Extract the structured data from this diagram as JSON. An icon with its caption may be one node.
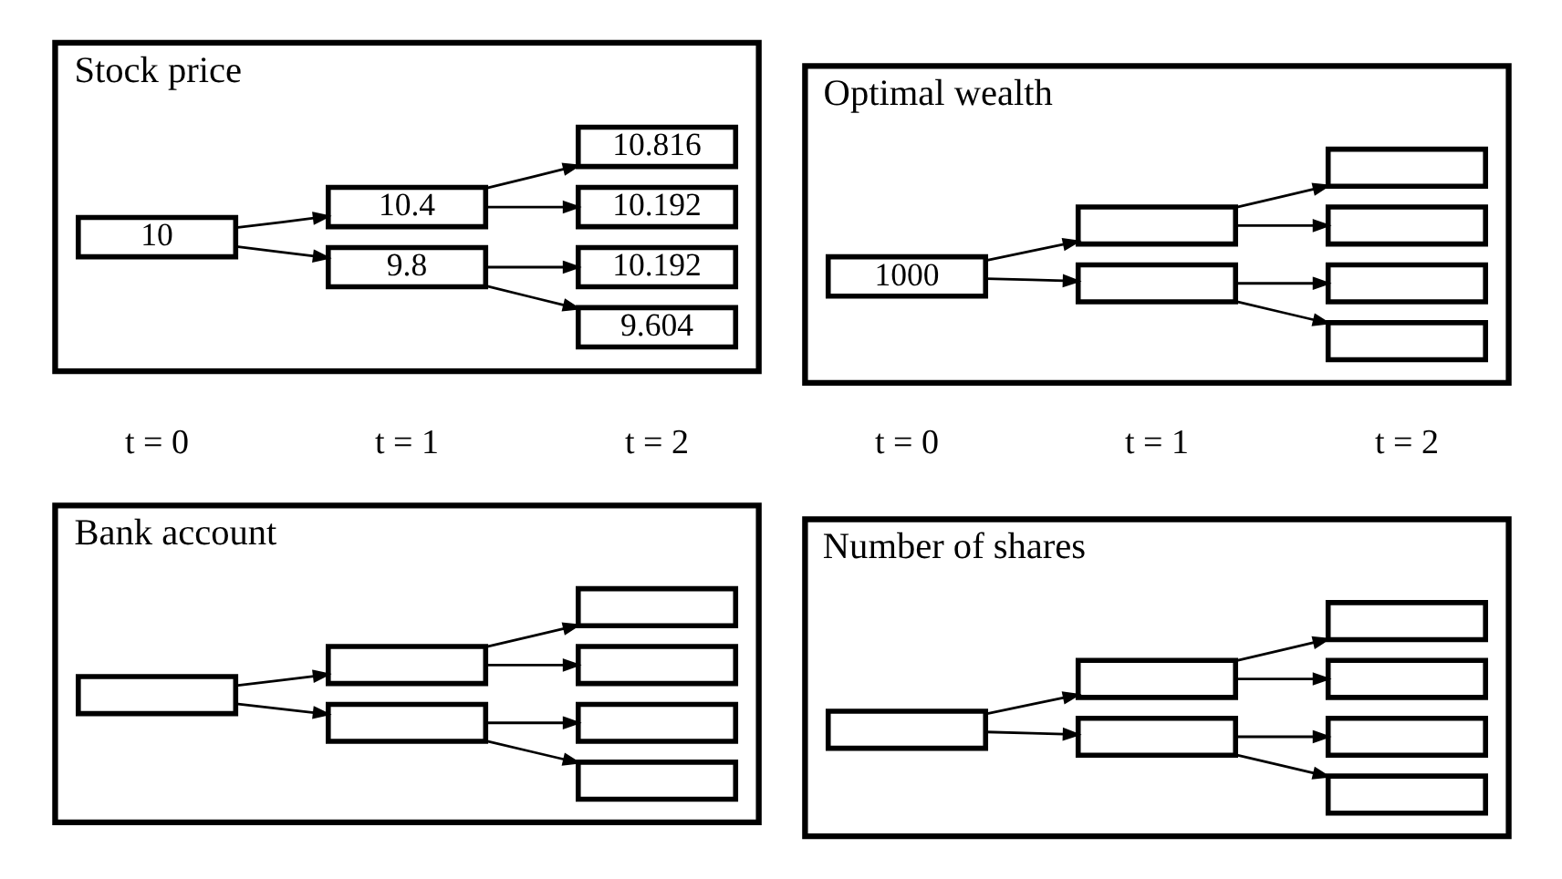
{
  "diagram": {
    "nodes": [
      {
        "text": [
          "Stock price"
        ]
      },
      {
        "text": [
          "10"
        ],
        "in": 0
      },
      {
        "text": [
          "10.4"
        ],
        "in": 0
      },
      {
        "text": [
          "9.8"
        ],
        "in": 0
      },
      {
        "text": [
          "10.816"
        ],
        "in": 0
      },
      {
        "text": [
          "10.192"
        ],
        "in": 0
      },
      {
        "text": [
          "10.192"
        ],
        "in": 0
      },
      {
        "text": [
          "9.604"
        ],
        "in": 0
      },
      {
        "text": [
          "Optimal wealth"
        ]
      },
      {
        "text": [
          "1000"
        ],
        "in": 8
      },
      {
        "text": [],
        "shape": "box",
        "in": 8
      },
      {
        "text": [],
        "shape": "box",
        "in": 8
      },
      {
        "text": [],
        "shape": "box",
        "in": 8
      },
      {
        "text": [],
        "shape": "box",
        "in": 8
      },
      {
        "text": [],
        "shape": "box",
        "in": 8
      },
      {
        "text": [],
        "shape": "box",
        "in": 8
      },
      {
        "text": [
          "Bank account"
        ]
      },
      {
        "text": [],
        "shape": "box",
        "in": 16
      },
      {
        "text": [],
        "shape": "box",
        "in": 16
      },
      {
        "text": [],
        "shape": "box",
        "in": 16
      },
      {
        "text": [],
        "shape": "box",
        "in": 16
      },
      {
        "text": [],
        "shape": "box",
        "in": 16
      },
      {
        "text": [],
        "shape": "box",
        "in": 16
      },
      {
        "text": [],
        "shape": "box",
        "in": 16
      },
      {
        "text": [
          "Number of shares"
        ]
      },
      {
        "text": [],
        "shape": "box",
        "in": 24
      },
      {
        "text": [],
        "shape": "box",
        "in": 24
      },
      {
        "text": [],
        "shape": "box",
        "in": 24
      },
      {
        "text": [],
        "shape": "box",
        "in": 24
      },
      {
        "text": [],
        "shape": "box",
        "in": 24
      },
      {
        "text": [],
        "shape": "box",
        "in": 24
      },
      {
        "text": [],
        "shape": "box",
        "in": 24
      }
    ],
    "edges": [
      {
        "from": 1,
        "to": 2,
        "arrow": "to"
      },
      {
        "from": 1,
        "to": 3,
        "arrow": "to"
      },
      {
        "from": 2,
        "to": 4,
        "arrow": "to"
      },
      {
        "from": 2,
        "to": 5,
        "arrow": "to"
      },
      {
        "from": 3,
        "to": 6,
        "arrow": "to"
      },
      {
        "from": 3,
        "to": 7,
        "arrow": "to"
      },
      {
        "from": 9,
        "to": 10,
        "arrow": "to"
      },
      {
        "from": 9,
        "to": 11,
        "arrow": "to"
      },
      {
        "from": 10,
        "to": 12,
        "arrow": "to"
      },
      {
        "from": 10,
        "to": 13,
        "arrow": "to"
      },
      {
        "from": 11,
        "to": 14,
        "arrow": "to"
      },
      {
        "from": 11,
        "to": 15,
        "arrow": "to"
      },
      {
        "from": 17,
        "to": 18,
        "arrow": "to"
      },
      {
        "from": 17,
        "to": 19,
        "arrow": "to"
      },
      {
        "from": 18,
        "to": 20,
        "arrow": "to"
      },
      {
        "from": 18,
        "to": 21,
        "arrow": "to"
      },
      {
        "from": 19,
        "to": 22,
        "arrow": "to"
      },
      {
        "from": 19,
        "to": 23,
        "arrow": "to"
      },
      {
        "from": 25,
        "to": 26,
        "arrow": "to"
      },
      {
        "from": 25,
        "to": 27,
        "arrow": "to"
      },
      {
        "from": 26,
        "to": 28,
        "arrow": "to"
      },
      {
        "from": 26,
        "to": 29,
        "arrow": "to"
      },
      {
        "from": 27,
        "to": 30,
        "arrow": "to"
      },
      {
        "from": 27,
        "to": 31,
        "arrow": "to"
      }
    ],
    "labels": [
      "t = 0",
      "t = 1",
      "t = 2",
      "t = 0",
      "t = 1",
      "t = 2"
    ]
  }
}
